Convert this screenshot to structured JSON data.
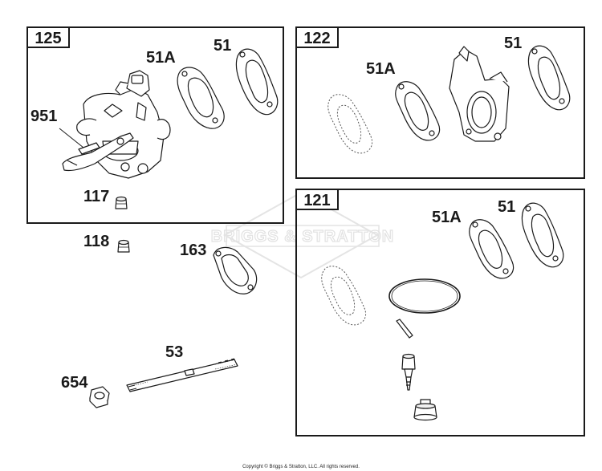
{
  "boxes": {
    "b125": "125",
    "b122": "122",
    "b121": "121"
  },
  "labels": {
    "l125_51a": "51A",
    "l125_51": "51",
    "l125_951": "951",
    "l125_117": "117",
    "l122_51a": "51A",
    "l122_51": "51",
    "l121_51a": "51A",
    "l121_51": "51",
    "l118": "118",
    "l163": "163",
    "l53": "53",
    "l654": "654"
  },
  "watermark": "BRIGGS & STRATTON",
  "copyright": "Copyright © Briggs & Stratton, LLC. All rights reserved."
}
